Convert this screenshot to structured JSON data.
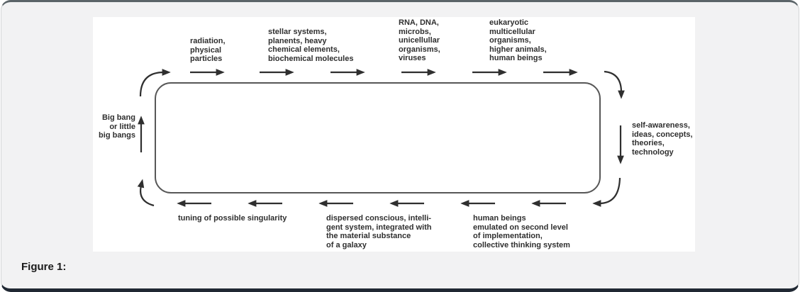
{
  "figure": {
    "caption": "Figure 1:"
  },
  "diagram": {
    "label_big_bang": "Big bang\nor little\nbig bangs",
    "label_radiation": "radiation,\nphysical\nparticles",
    "label_stellar": "stellar systems,\nplanents, heavy\nchemical elements,\nbiochemical molecules",
    "label_rna": "RNA, DNA,\nmicrobs,\nunicellullar\norganisms,\nviruses",
    "label_eukaryotic": "eukaryotic\nmulticellular\norganisms,\nhigher animals,\nhuman beings",
    "label_self_awareness": "self-awareness,\nideas, concepts,\ntheories,\ntechnology",
    "label_human_emulated": "human beings\nemulated on second level\nof implementation,\ncollective thinking system",
    "label_dispersed": "dispersed conscious, intelli-\ngent system, integrated with\nthe material substance\nof a galaxy",
    "label_tuning": "tuning of possible singularity"
  },
  "colors": {
    "ink": "#2f2f2f",
    "panel_bg": "#ffffff",
    "card_bg": "#f2f2f3",
    "card_top_border": "#5b6468",
    "card_bottom_border": "#202833",
    "cycle_outline": "#575757"
  }
}
